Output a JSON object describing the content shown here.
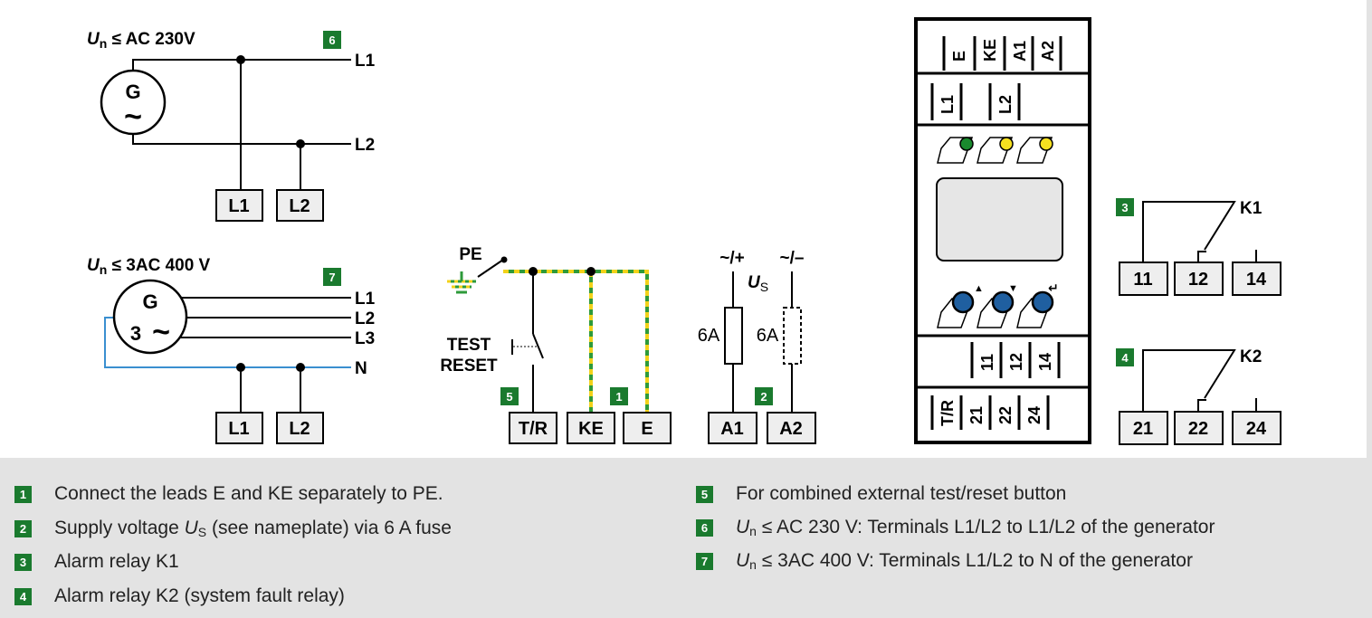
{
  "diagram": {
    "gen1": {
      "title_var": "U",
      "title_sub": "n",
      "title_rest": " ≤ AC 230V",
      "symbol": "G",
      "tilde": "~",
      "line1": "L1",
      "line2": "L2",
      "badge": "6",
      "term1": "L1",
      "term2": "L2"
    },
    "gen2": {
      "title_var": "U",
      "title_sub": "n",
      "title_rest": " ≤ 3AC 400 V",
      "symbol": "G",
      "phase": "3",
      "tilde": "~",
      "line1": "L1",
      "line2": "L2",
      "line3": "L3",
      "lineN": "N",
      "badge": "7",
      "term1": "L1",
      "term2": "L2"
    },
    "pe": {
      "label": "PE",
      "test": "TEST",
      "reset": "RESET",
      "badge5": "5",
      "badge1": "1",
      "term_tr": "T/R",
      "term_ke": "KE",
      "term_e": "E"
    },
    "supply": {
      "plus": "~/+",
      "minus": "~/–",
      "us_var": "U",
      "us_sub": "S",
      "fuse1": "6A",
      "fuse2": "6A",
      "badge": "2",
      "term_a1": "A1",
      "term_a2": "A2"
    },
    "device": {
      "top_terms": [
        "E",
        "KE",
        "A1",
        "A2"
      ],
      "l_terms": [
        "L1",
        "L2"
      ],
      "relay1_terms": [
        "11",
        "12",
        "14"
      ],
      "relay2_terms": [
        "T/R",
        "21",
        "22",
        "24"
      ],
      "led_colors": [
        "#1a8a2e",
        "#f5e020",
        "#f5e020"
      ],
      "button_symbols": [
        "▲",
        "▼",
        "↵"
      ]
    },
    "relay_k1": {
      "badge": "3",
      "name": "K1",
      "terms": [
        "11",
        "12",
        "14"
      ]
    },
    "relay_k2": {
      "badge": "4",
      "name": "K2",
      "terms": [
        "21",
        "22",
        "24"
      ]
    }
  },
  "legend": {
    "items": [
      {
        "num": "1",
        "text": "Connect the leads E and KE separately to PE."
      },
      {
        "num": "2",
        "pre": "Supply voltage ",
        "var": "U",
        "sub": "S",
        "post": " (see nameplate) via 6 A fuse"
      },
      {
        "num": "3",
        "text": "Alarm relay K1"
      },
      {
        "num": "4",
        "text": "Alarm relay K2 (system fault relay)"
      },
      {
        "num": "5",
        "text": "For combined external test/reset button"
      },
      {
        "num": "6",
        "var": "U",
        "sub": "n",
        "post": " ≤ AC 230 V: Terminals L1/L2 to L1/L2 of the generator"
      },
      {
        "num": "7",
        "var": "U",
        "sub": "n",
        "post": " ≤ 3AC 400 V: Terminals L1/L2 to N of the generator"
      }
    ]
  },
  "colors": {
    "badge_green": "#1a7a2e",
    "pe_green": "#2e9a3a",
    "pe_yellow": "#f2d21a",
    "n_blue": "#3a8fd0",
    "terminal_fill": "#eeeeee",
    "button_blue": "#1f5fa0"
  }
}
